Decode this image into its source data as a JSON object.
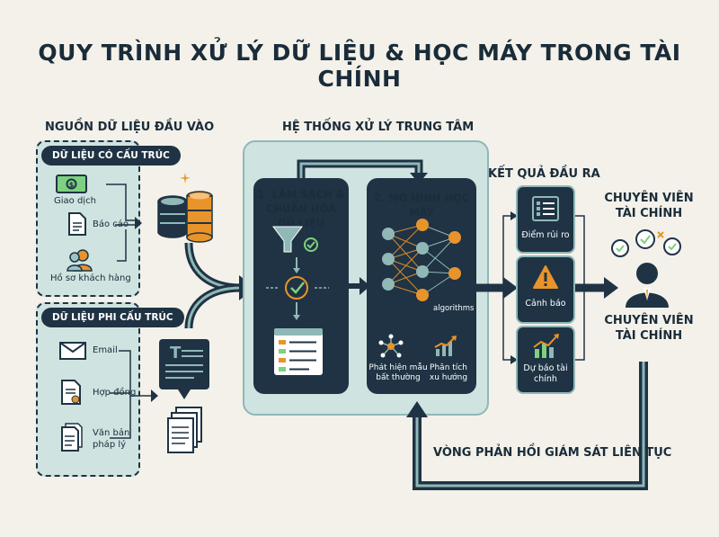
{
  "title": "QUY TRÌNH XỬ LÝ DỮ LIỆU & HỌC MÁY TRONG TÀI CHÍNH",
  "input": {
    "heading": "NGUỒN DỮ LIỆU ĐẦU VÀO",
    "structured": {
      "label": "DỮ LIỆU CÓ CẤU TRÚC",
      "items": [
        "Giao dịch",
        "Báo cáo",
        "Hồ sơ khách hàng"
      ]
    },
    "unstructured": {
      "label": "DỮ LIỆU PHI CẤU TRÚC",
      "items": [
        "Email",
        "Hợp đồng",
        "Văn bản pháp lý"
      ]
    }
  },
  "center": {
    "heading": "HỆ THỐNG XỬ LÝ TRUNG TÂM",
    "step1": "1. LÀM SẠCH & CHUẨN HÓA DỮ LIỆU",
    "step2": "2. MÔ HÌNH HỌC MÁY",
    "algorithms": "algorithms",
    "anomaly": "Phát hiện mẫu bất thường",
    "trend": "Phân tích xu hướng"
  },
  "output": {
    "heading": "KẾT QUẢ ĐẦU RA",
    "items": [
      "Điểm rủi ro",
      "Cảnh báo",
      "Dự báo tài chính"
    ]
  },
  "analyst": {
    "label_top": "CHUYÊN VIÊN TÀI CHÍNH",
    "label_bottom": "CHUYÊN VIÊN TÀI CHÍNH"
  },
  "feedback": "VÒNG PHẢN HỒI GIÁM SÁT LIÊN TỤC",
  "colors": {
    "navy": "#1f3344",
    "teal_panel": "#cfe3e0",
    "accent_orange": "#e8942a",
    "accent_green": "#7dd17f",
    "background": "#f3f1e9"
  }
}
